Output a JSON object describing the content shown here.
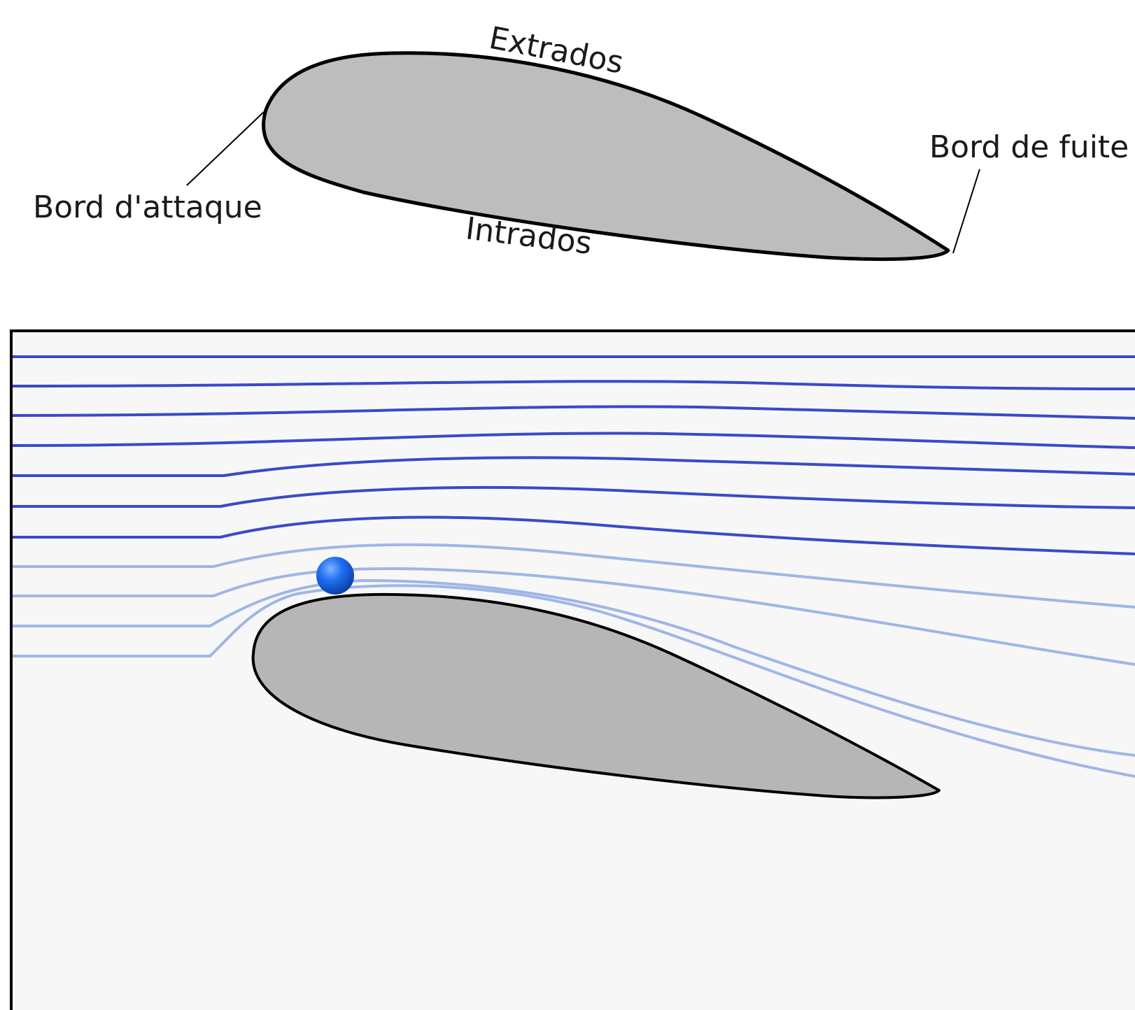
{
  "diagram": {
    "labels": {
      "extrados": "Extrados",
      "intrados": "Intrados",
      "bord_attaque": "Bord d'attaque",
      "bord_fuite": "Bord de fuite"
    }
  },
  "colors": {
    "airfoil_fill": "#bdbdbd",
    "airfoil_outline": "#000000",
    "panel_background": "#f7f7f7",
    "panel_border": "#000000",
    "streamline_near": "#3b49c9",
    "streamline_far": "#9fb6e6",
    "particle": "#1565e8"
  },
  "simulation": {
    "streamline_count": 11,
    "particle": "blue-sphere"
  }
}
